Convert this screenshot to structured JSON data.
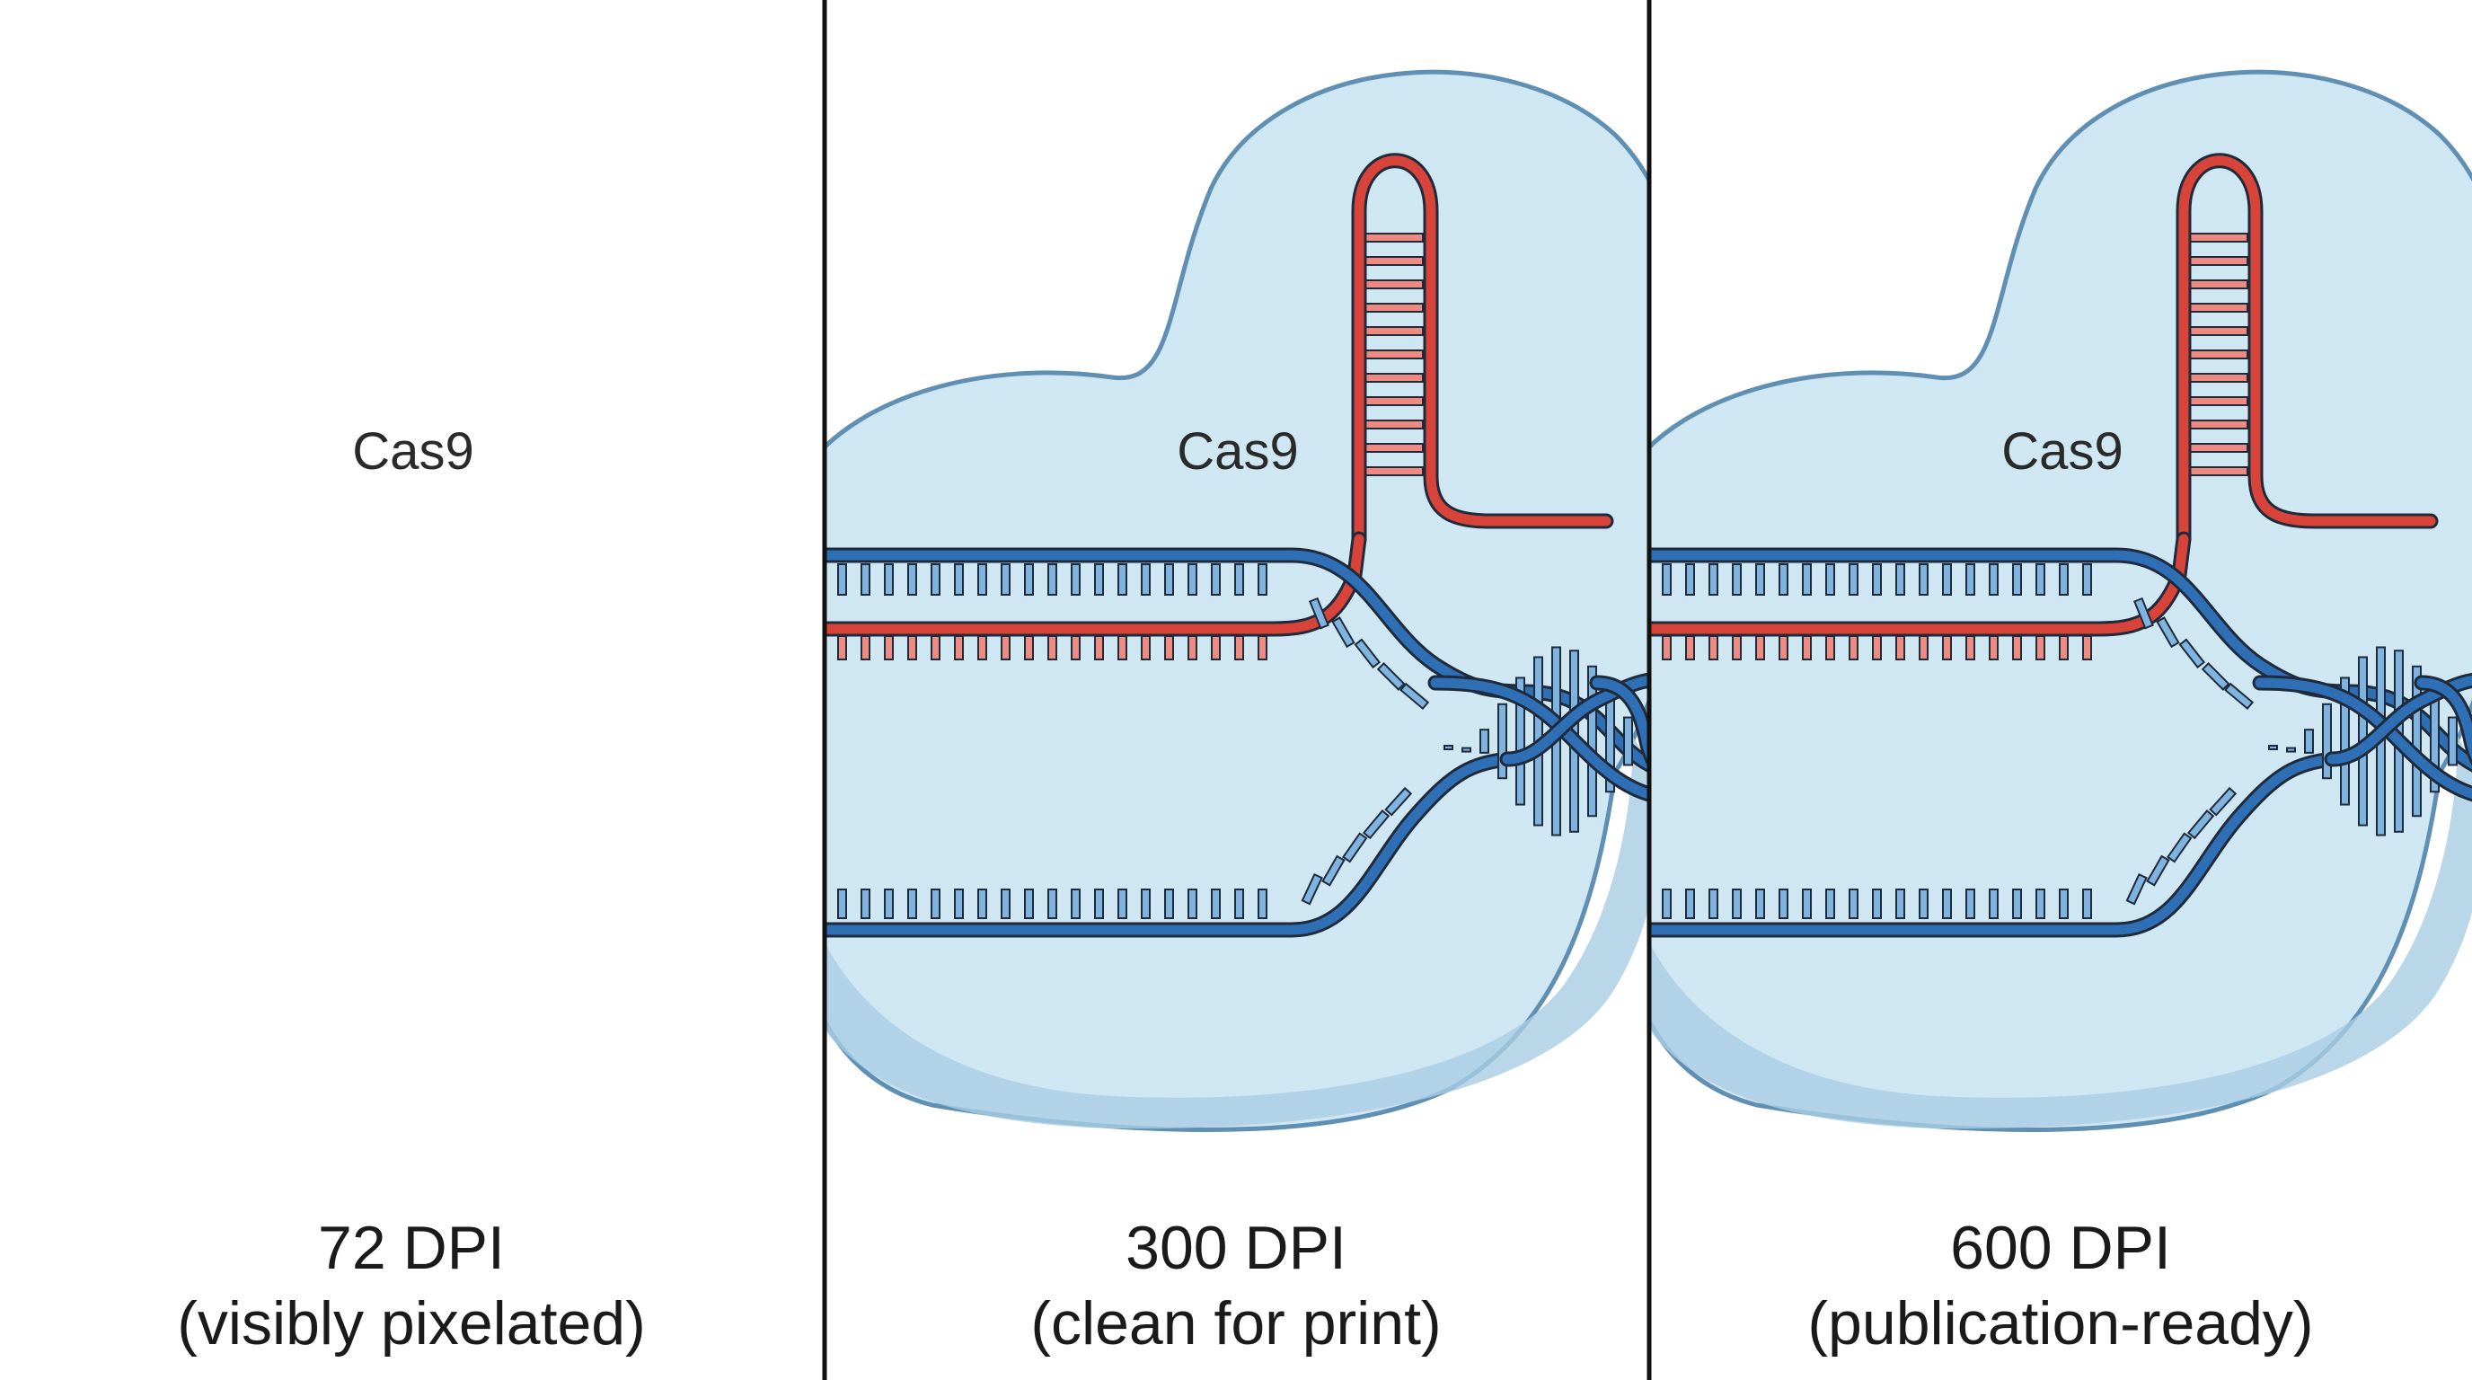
{
  "panels": [
    {
      "protein_label": "Cas9",
      "title": "72 DPI",
      "subtitle": "(visibly pixelated)",
      "pixelated": true
    },
    {
      "protein_label": "Cas9",
      "title": "300 DPI",
      "subtitle": "(clean for print)",
      "pixelated": false
    },
    {
      "protein_label": "Cas9",
      "title": "600 DPI",
      "subtitle": "(publication-ready)",
      "pixelated": false
    }
  ],
  "colors": {
    "protein_fill": "#cfe6f3",
    "protein_shadow": "#a9cde4",
    "protein_outline": "#5f8fb3",
    "dna": "#2f6fb5",
    "dna_rung": "#7fb4e0",
    "rna": "#d9443a",
    "rna_rung": "#ef8a80",
    "outline": "#1f2a3a",
    "divider": "#111111"
  }
}
